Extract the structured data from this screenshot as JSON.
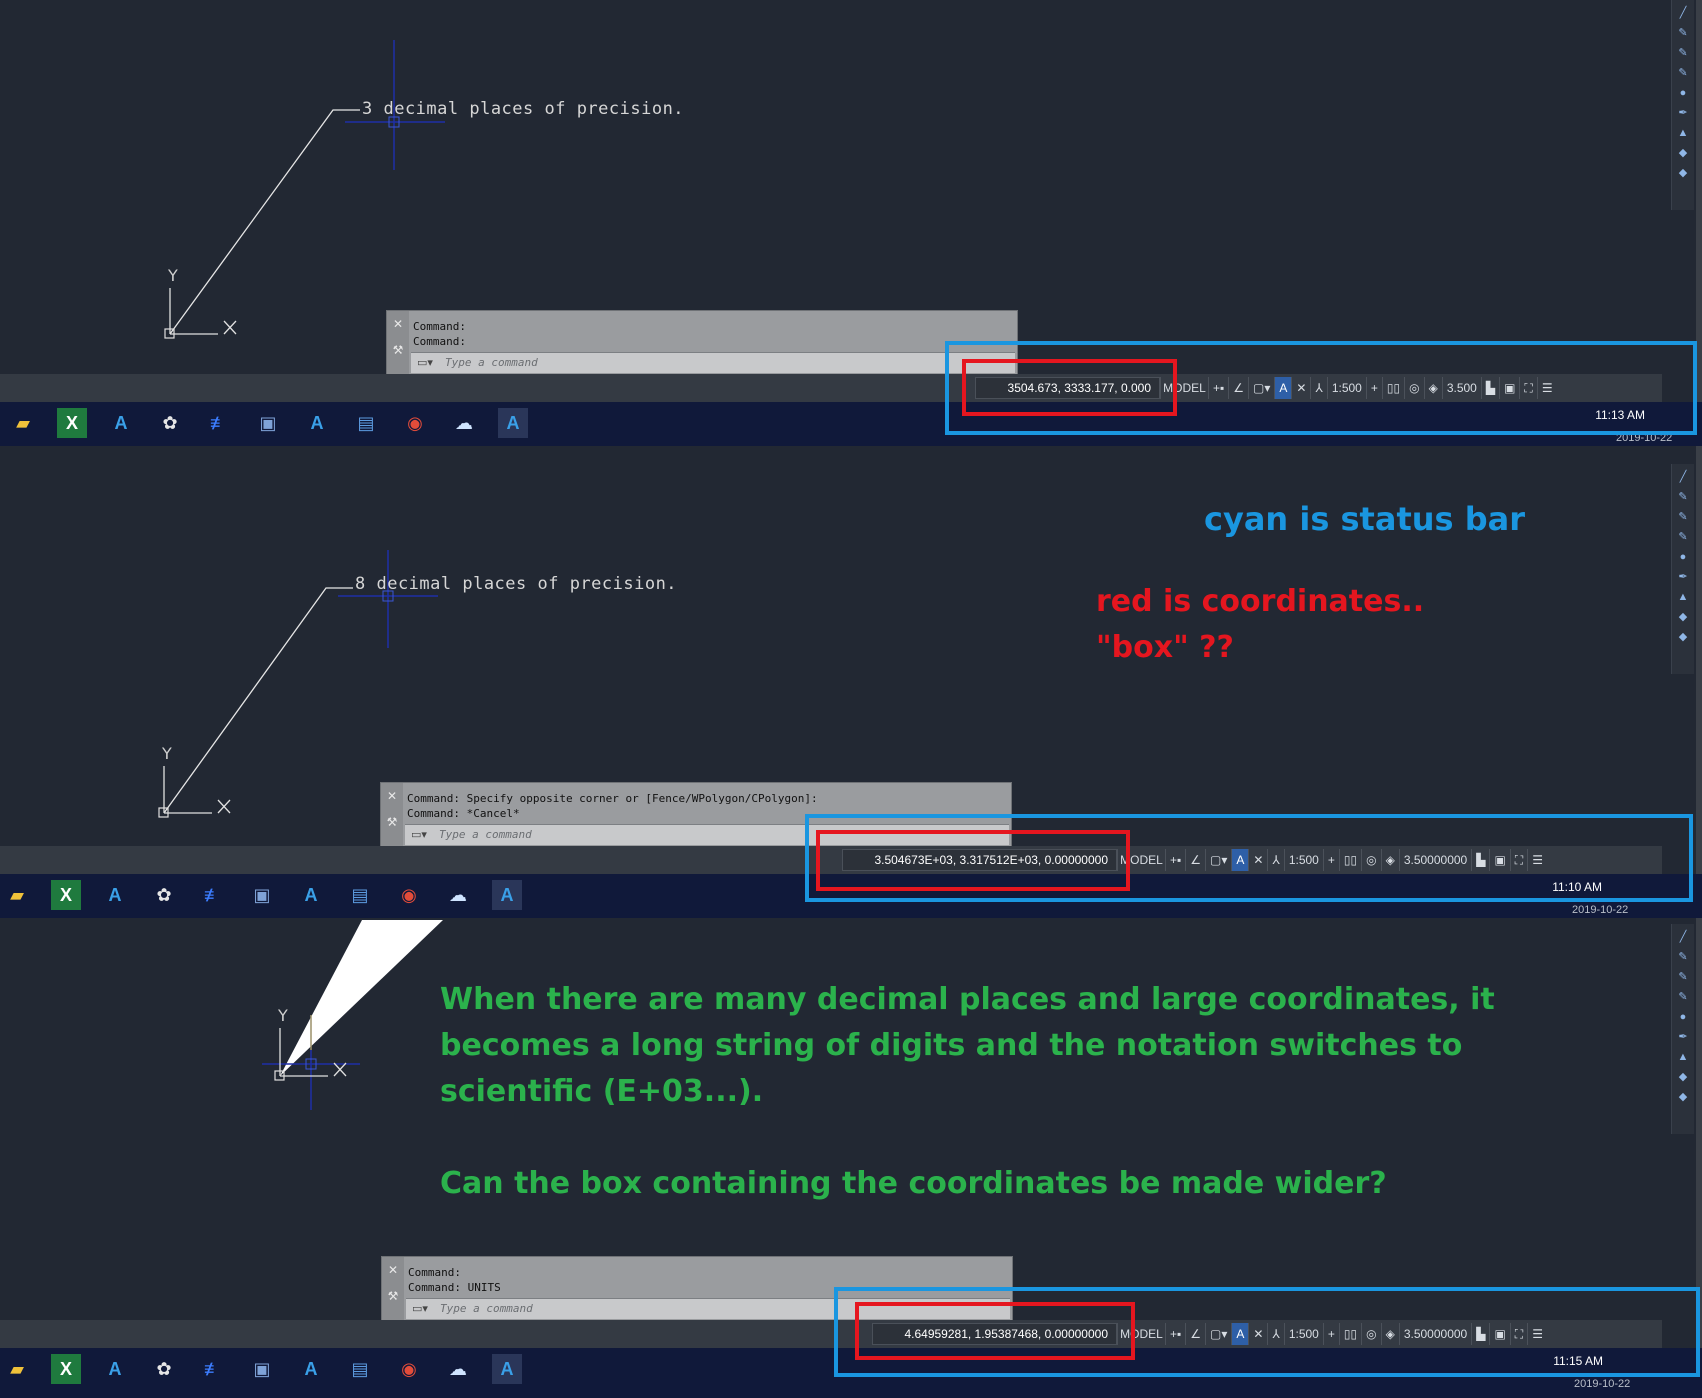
{
  "panels": [
    {
      "leader_text": "3 decimal places of precision.",
      "command_lines": [
        "Command:",
        "Command:"
      ],
      "command_placeholder": "Type a command",
      "coordinates": "3504.673, 3333.177, 0.000",
      "model_label": "MODEL",
      "scale": "1:500",
      "lineweight": "3.500",
      "time": "11:13 AM",
      "date": "2019-10-22"
    },
    {
      "leader_text": "8 decimal places of precision.",
      "command_lines": [
        "Command: Specify opposite corner or [Fence/WPolygon/CPolygon]:",
        "Command: *Cancel*"
      ],
      "command_placeholder": "Type a command",
      "coordinates": "3.504673E+03, 3.317512E+03, 0.00000000",
      "model_label": "MODEL",
      "scale": "1:500",
      "lineweight": "3.50000000",
      "time": "11:10 AM",
      "date": "2019-10-22"
    },
    {
      "leader_text": "",
      "command_lines": [
        "Command:",
        "Command: UNITS"
      ],
      "command_placeholder": "Type a command",
      "coordinates": "4.64959281, 1.95387468, 0.00000000",
      "model_label": "MODEL",
      "scale": "1:500",
      "lineweight": "3.50000000",
      "time": "11:15 AM",
      "date": "2019-10-22"
    }
  ],
  "axis": {
    "x": "X",
    "y": "Y"
  },
  "annotations": {
    "cyan": "cyan is status bar",
    "red_1": "red is coordinates..",
    "red_2": "\"box\" ??",
    "green_1": "When there are many decimal places and large coordinates, it",
    "green_2": "becomes a long string of digits and the notation switches to",
    "green_3": "scientific (E+03...).",
    "green_4": "Can the box containing the coordinates be made wider?"
  },
  "colors": {
    "cyan": "#1a96e0",
    "red": "#e5161f",
    "green": "#2bb24c",
    "canvas": "#222833",
    "taskbar": "#10193a"
  },
  "taskbar_icons": [
    "file-explorer-icon",
    "excel-icon",
    "autocad-icon",
    "paint-icon",
    "script-icon",
    "image-viewer-icon",
    "autocad-icon",
    "notepad-icon",
    "chrome-icon",
    "cloud-icon",
    "autocad-active-icon"
  ]
}
